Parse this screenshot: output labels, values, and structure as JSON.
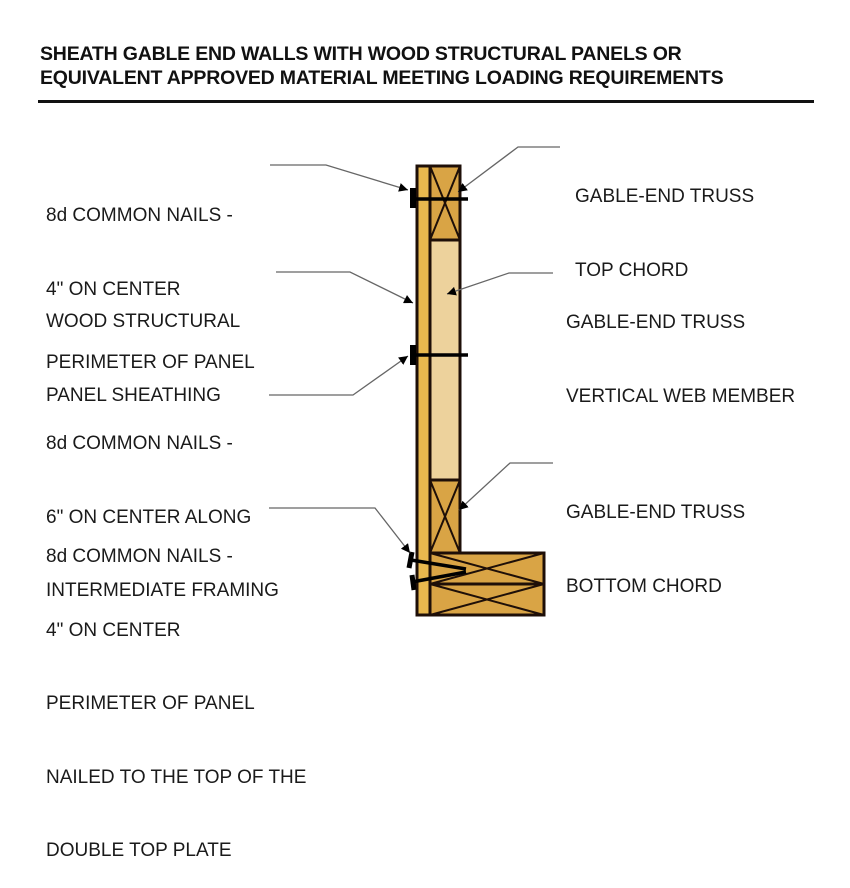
{
  "title": {
    "line1": "SHEATH GABLE END WALLS WITH WOOD STRUCTURAL PANELS OR",
    "line2": "EQUIVALENT APPROVED MATERIAL MEETING LOADING REQUIREMENTS"
  },
  "labels_left": [
    {
      "lines": [
        "8d COMMON NAILS -",
        "4\" ON CENTER",
        "PERIMETER OF PANEL"
      ]
    },
    {
      "lines": [
        "WOOD STRUCTURAL",
        "PANEL SHEATHING"
      ]
    },
    {
      "lines": [
        "8d COMMON NAILS -",
        "6\" ON CENTER ALONG",
        "INTERMEDIATE FRAMING"
      ]
    },
    {
      "lines": [
        "8d COMMON NAILS -",
        "4\" ON CENTER",
        "PERIMETER OF PANEL",
        "NAILED TO THE TOP OF THE",
        "DOUBLE TOP PLATE"
      ]
    }
  ],
  "labels_right": [
    {
      "lines": [
        "GABLE-END TRUSS",
        "TOP CHORD"
      ]
    },
    {
      "lines": [
        "GABLE-END TRUSS",
        "VERTICAL WEB MEMBER"
      ]
    },
    {
      "lines": [
        "GABLE-END TRUSS",
        "BOTTOM CHORD"
      ]
    }
  ],
  "colors": {
    "sheathing": "#E8B84E",
    "framing_dark": "#D9A445",
    "web_light": "#EDD29C",
    "outline": "#1E0F08",
    "leader": "#666666"
  }
}
